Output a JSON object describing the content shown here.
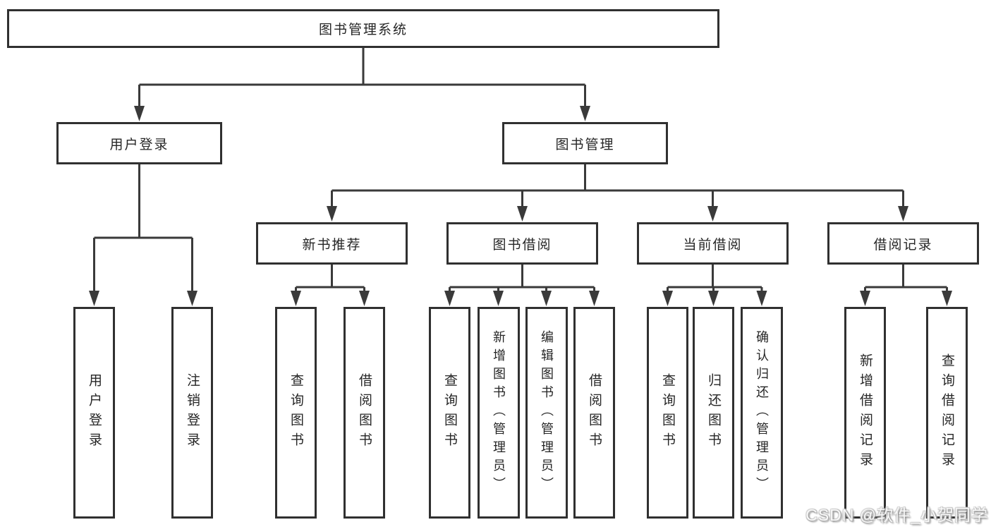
{
  "colors": {
    "box_border": "#303030",
    "connector_line": "#3a3a3a",
    "box_text": "#262626",
    "background": "#ffffff",
    "watermark_shadow": "#8d8d8d"
  },
  "watermark": {
    "text": "CSDN @软件_小贺同学"
  },
  "tree": {
    "label": "图书管理系统",
    "children": [
      {
        "label": "用户登录",
        "children": [
          {
            "label": "用户登录"
          },
          {
            "label": "注销登录"
          }
        ]
      },
      {
        "label": "图书管理",
        "children": [
          {
            "label": "新书推荐",
            "children": [
              {
                "label": "查询图书"
              },
              {
                "label": "借阅图书"
              }
            ]
          },
          {
            "label": "图书借阅",
            "children": [
              {
                "label": "查询图书"
              },
              {
                "label": "新增图书（管理员）"
              },
              {
                "label": "编辑图书（管理员）"
              },
              {
                "label": "借阅图书"
              }
            ]
          },
          {
            "label": "当前借阅",
            "children": [
              {
                "label": "查询图书"
              },
              {
                "label": "归还图书"
              },
              {
                "label": "确认归还（管理员）"
              }
            ]
          },
          {
            "label": "借阅记录",
            "children": [
              {
                "label": "新增借阅记录"
              },
              {
                "label": "查询借阅记录"
              }
            ]
          }
        ]
      }
    ]
  }
}
